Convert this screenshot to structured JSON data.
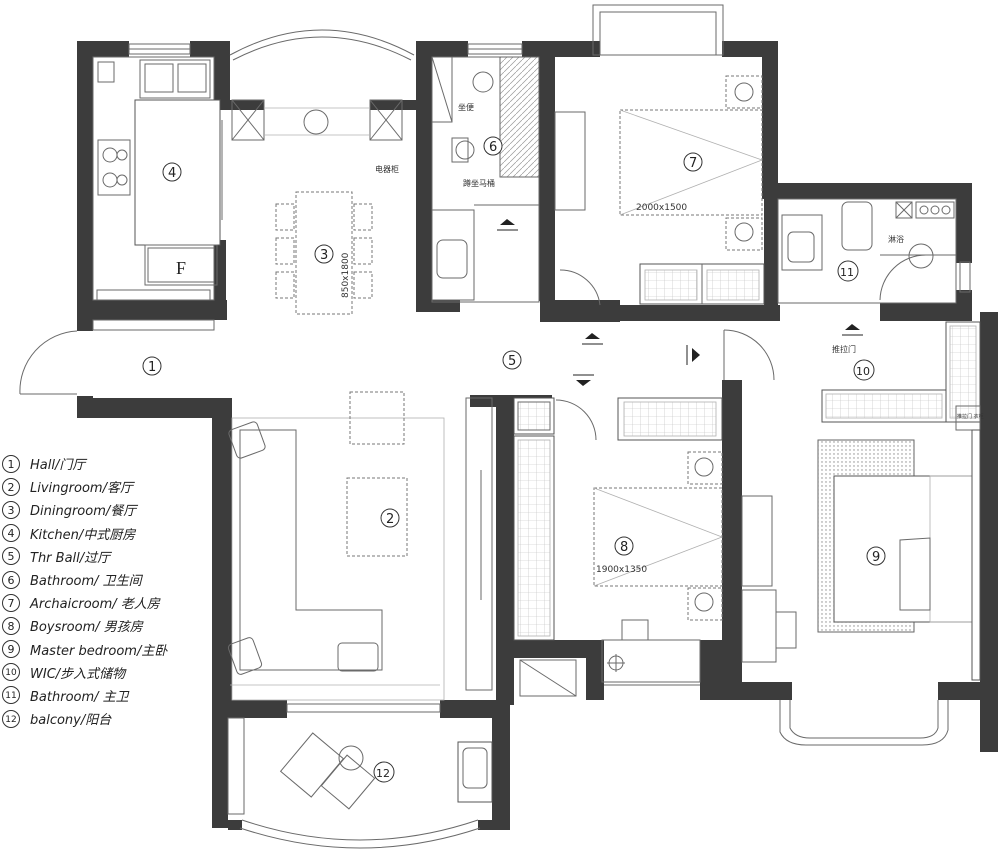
{
  "legend": [
    {
      "num": "1",
      "text": "Hall/门厅"
    },
    {
      "num": "2",
      "text": "Livingroom/客厅"
    },
    {
      "num": "3",
      "text": "Diningroom/餐厅"
    },
    {
      "num": "4",
      "text": "Kitchen/中式厨房"
    },
    {
      "num": "5",
      "text": "Thr Ball/过厅"
    },
    {
      "num": "6",
      "text": "Bathroom/ 卫生间"
    },
    {
      "num": "7",
      "text": "Archaicroom/ 老人房"
    },
    {
      "num": "8",
      "text": "Boysroom/ 男孩房"
    },
    {
      "num": "9",
      "text": "Master bedroom/主卧"
    },
    {
      "num": "10",
      "text": "WIC/步入式储物"
    },
    {
      "num": "11",
      "text": "Bathroom/ 主卫"
    },
    {
      "num": "12",
      "text": "balcony/阳台"
    }
  ],
  "plan": {
    "room_markers": [
      "1",
      "2",
      "3",
      "4",
      "5",
      "6",
      "7",
      "8",
      "9",
      "10",
      "11",
      "12"
    ],
    "dims": {
      "dining_table": "850x1800",
      "archaic_bed": "2000x1500",
      "boys_bed": "1900x1350"
    },
    "notes": {
      "fridge_letter": "F",
      "electric_cabinet": "电器柜",
      "shower": "坐便",
      "toilet": "蹲坐马桶",
      "shower_master": "淋浴",
      "slide_door": "推拉门",
      "wic_panel": "推拉门 衣柜"
    }
  }
}
